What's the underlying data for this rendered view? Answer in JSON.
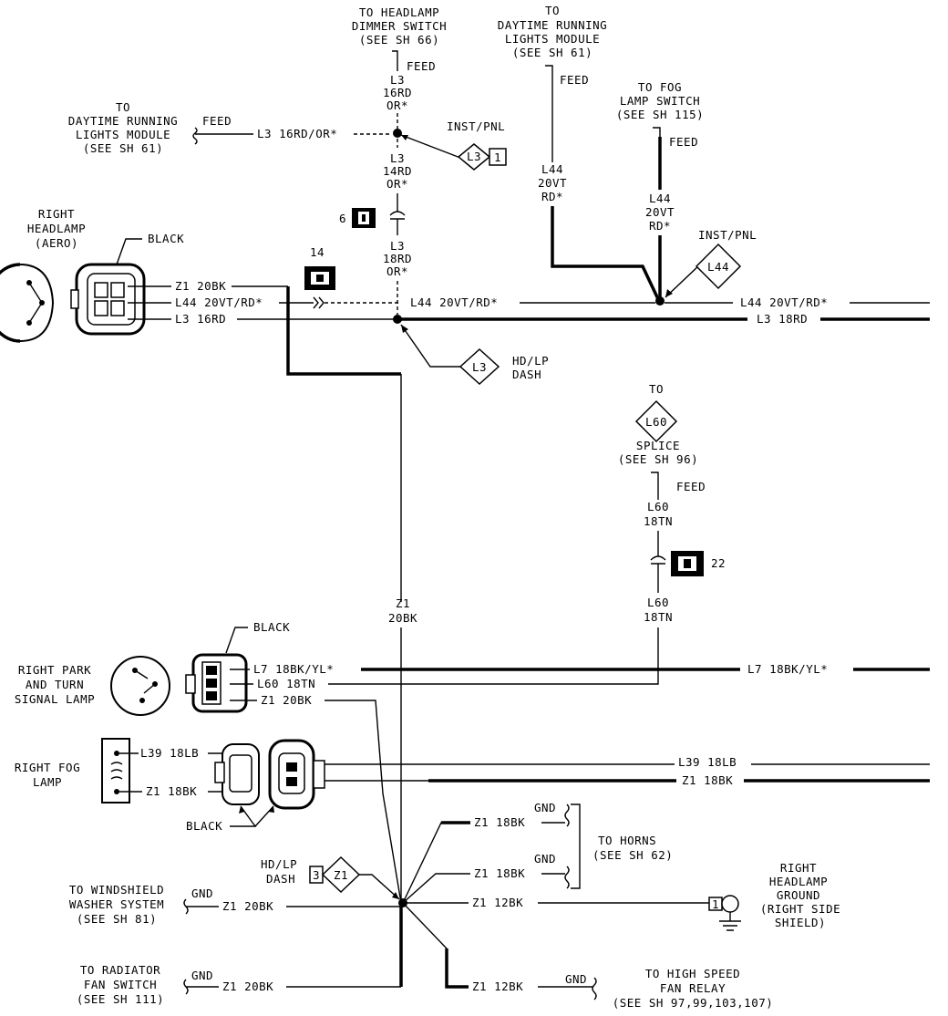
{
  "labels": {
    "hd_dimmer": [
      "TO HEADLAMP",
      "DIMMER SWITCH",
      "(SEE SH 66)"
    ],
    "feed": "FEED",
    "drl_top": [
      "TO",
      "DAYTIME RUNNING",
      "LIGHTS MODULE",
      "(SEE SH 61)"
    ],
    "fog_sw": [
      "TO FOG",
      "LAMP SWITCH",
      "(SEE SH 115)"
    ],
    "drl_left": [
      "TO",
      "DAYTIME RUNNING",
      "LIGHTS MODULE",
      "(SEE SH 61)"
    ],
    "l3_16rd_or": "L3 16RD/OR*",
    "l3_a": [
      "L3",
      "16RD",
      "OR*"
    ],
    "l3_b": [
      "L3",
      "14RD",
      "OR*"
    ],
    "l3_c": [
      "L3",
      "18RD",
      "OR*"
    ],
    "l44_a": [
      "L44",
      "20VT",
      "RD*"
    ],
    "l44_b": [
      "L44",
      "20VT",
      "RD*"
    ],
    "inst_pnl": "INST/PNL",
    "badge_l3": "L3",
    "badge_l3_num": "1",
    "badge_l44": "L44",
    "badge_l3_dash": "L3",
    "badge_l60": "L60",
    "badge_z1": "Z1",
    "badge_z1_num": "3",
    "conn_6": "6",
    "conn_14": "14",
    "conn_22": "22",
    "right_headlamp": [
      "RIGHT",
      "HEADLAMP",
      "(AERO)"
    ],
    "black": "BLACK",
    "z1_20bk": "Z1 20BK",
    "l44_20vt_rd": "L44 20VT/RD*",
    "l3_16rd": "L3 16RD",
    "l3_18rd": "L3 18RD",
    "hd_lp_dash": [
      "HD/LP",
      "DASH"
    ],
    "splice": [
      "TO",
      "SPLICE",
      "(SEE SH 96)"
    ],
    "l60_a": [
      "L60",
      "18TN"
    ],
    "l60_b": [
      "L60",
      "18TN"
    ],
    "z1_vert": [
      "Z1",
      "20BK"
    ],
    "park_lamp": [
      "RIGHT PARK",
      "AND TURN",
      "SIGNAL LAMP"
    ],
    "l7_18bk_yl": "L7 18BK/YL*",
    "l60_18tn": "L60 18TN",
    "fog_lamp": [
      "RIGHT FOG",
      "LAMP"
    ],
    "l39_18lb": "L39 18LB",
    "z1_18bk": "Z1 18BK",
    "gnd": "GND",
    "to_horns": [
      "TO HORNS",
      "(SEE SH 62)"
    ],
    "z1_12bk": "Z1 12BK",
    "hl_ground": [
      "RIGHT",
      "HEADLAMP",
      "GROUND",
      "(RIGHT SIDE",
      "SHIELD)"
    ],
    "ws_washer": [
      "TO WINDSHIELD",
      "WASHER SYSTEM",
      "(SEE SH 81)"
    ],
    "rad_fan": [
      "TO RADIATOR",
      "FAN SWITCH",
      "(SEE SH 111)"
    ],
    "hs_fan": [
      "TO HIGH SPEED",
      "FAN RELAY",
      "(SEE SH 97,99,103,107)"
    ],
    "ground_num": "1"
  }
}
